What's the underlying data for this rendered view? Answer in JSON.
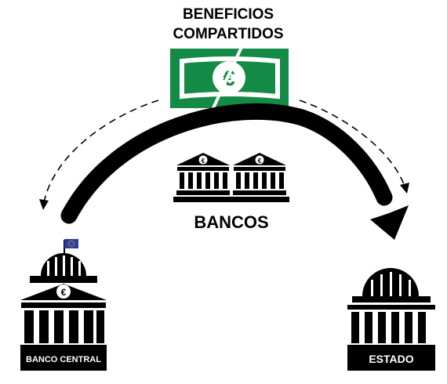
{
  "title": {
    "line1": "BENEFICIOS",
    "line2": "COMPARTIDOS"
  },
  "banknote": {
    "symbol": "€",
    "color": "#138a45"
  },
  "banks": {
    "label": "BANCOS",
    "symbol": "€"
  },
  "central_bank": {
    "label": "BANCO CENTRAL",
    "symbol": "€",
    "flag_icon": "eu-flag-icon"
  },
  "state": {
    "label": "ESTADO"
  },
  "colors": {
    "ink": "#000000",
    "green": "#138a45",
    "eu_blue": "#2d3c9c",
    "eu_star": "#f5d400"
  }
}
